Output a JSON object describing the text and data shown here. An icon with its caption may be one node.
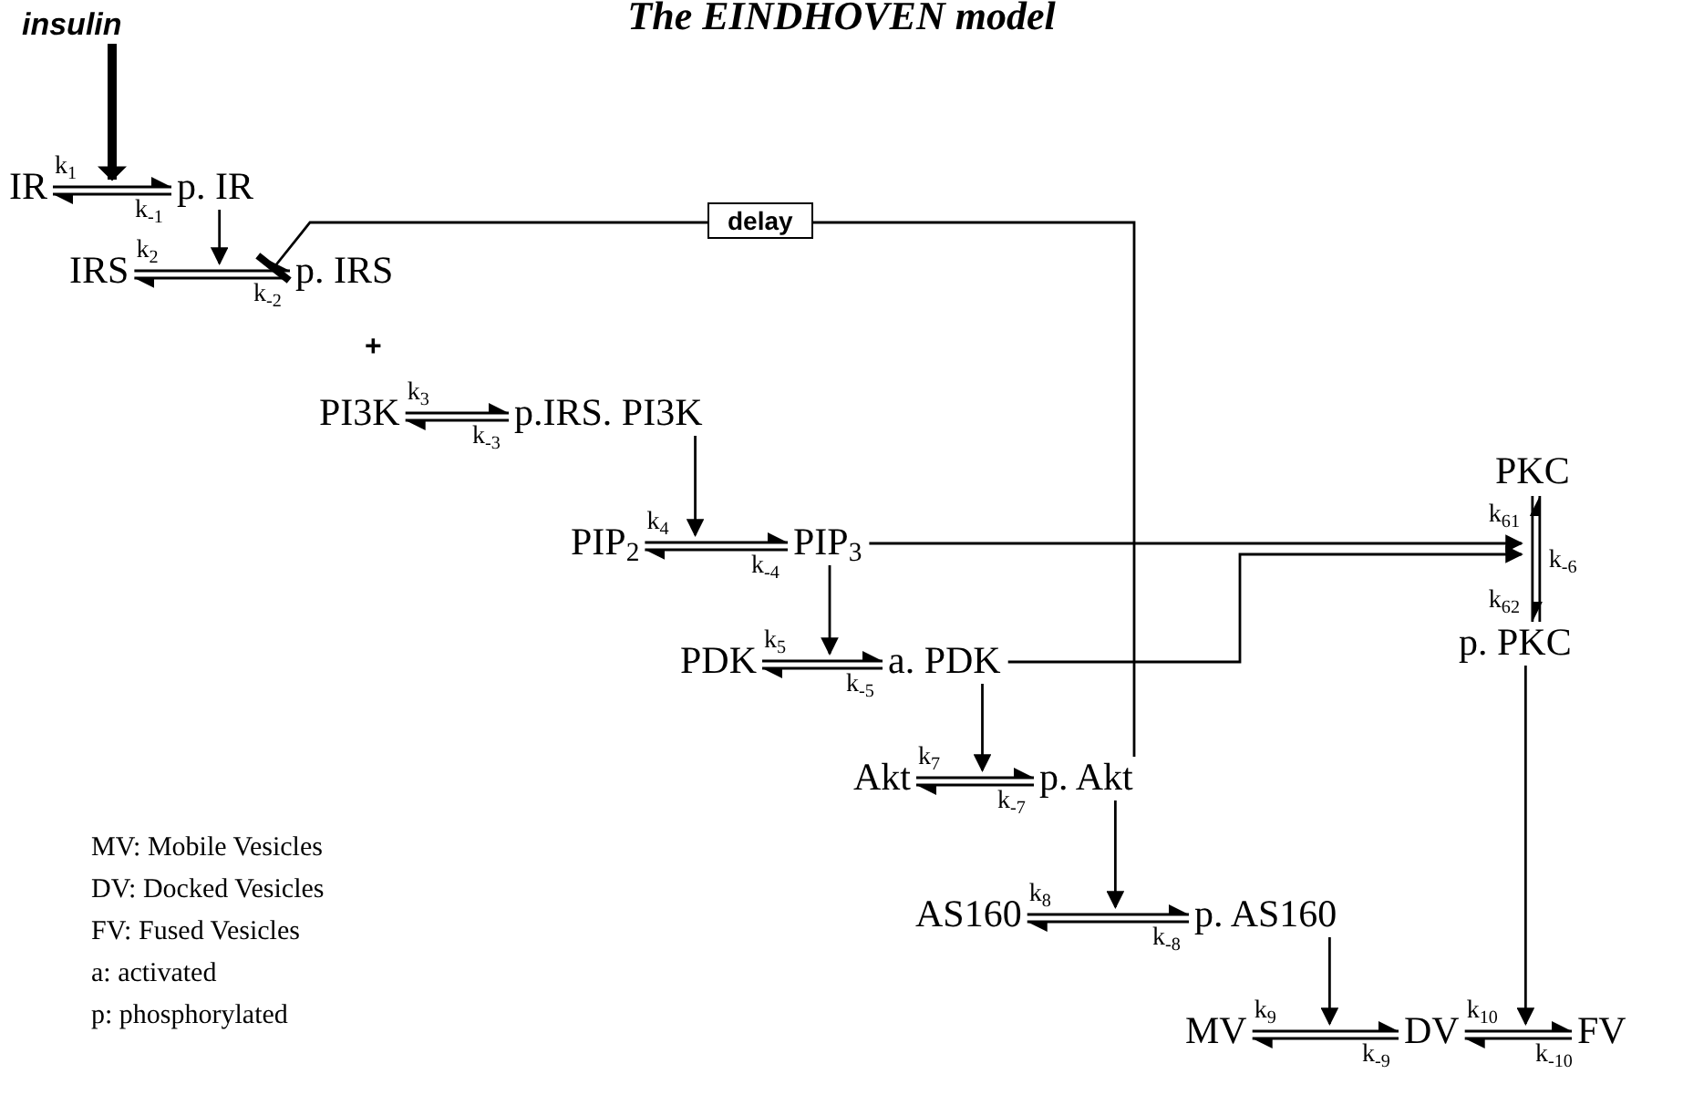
{
  "diagram": {
    "title": "The EINDHOVEN model",
    "nodes": [
      {
        "text": [
          "insulin"
        ]
      },
      {
        "text": [
          "IR"
        ]
      },
      {
        "text": [
          "p. IR"
        ]
      },
      {
        "text": [
          "delay"
        ]
      },
      {
        "text": [
          "IRS"
        ]
      },
      {
        "text": [
          "p. IRS"
        ]
      },
      {
        "text": [
          "PI3K"
        ]
      },
      {
        "text": [
          "p.IRS. PI3K"
        ]
      },
      {
        "text": [
          "PKC"
        ]
      },
      {
        "text": [
          "PIP$_{2}$"
        ]
      },
      {
        "text": [
          "PIP$_{3}$"
        ]
      },
      {
        "text": [
          "PDK"
        ]
      },
      {
        "text": [
          "a. PDK"
        ]
      },
      {
        "text": [
          "p. PKC"
        ]
      },
      {
        "text": [
          "Akt"
        ]
      },
      {
        "text": [
          "p. Akt"
        ]
      },
      {
        "text": [
          "AS160"
        ]
      },
      {
        "text": [
          "p. AS160"
        ]
      },
      {
        "text": [
          "MV"
        ]
      },
      {
        "text": [
          "DV"
        ]
      },
      {
        "text": [
          "FV"
        ]
      }
    ],
    "edges": [
      {
        "from": 0,
        "to": 1,
        "arrow": "to",
        "style": "thick"
      },
      {
        "from": 1,
        "to": 2,
        "arrow": "both"
      },
      {
        "from": 2,
        "to": null,
        "arrow": "to"
      },
      {
        "from": 4,
        "to": 5,
        "arrow": "both"
      },
      {
        "from": 15,
        "to": 3,
        "arrow": "none"
      },
      {
        "from": 3,
        "to": 5,
        "arrow": "other"
      },
      {
        "from": 6,
        "to": 7,
        "arrow": "both"
      },
      {
        "from": 7,
        "to": 9,
        "arrow": "to"
      },
      {
        "from": 9,
        "to": 10,
        "arrow": "both"
      },
      {
        "from": 10,
        "to": 12,
        "arrow": "to"
      },
      {
        "from": 11,
        "to": 12,
        "arrow": "both"
      },
      {
        "from": 10,
        "to": 8,
        "arrow": "to"
      },
      {
        "from": 12,
        "to": 8,
        "arrow": "to"
      },
      {
        "from": 8,
        "to": 13,
        "arrow": "both"
      },
      {
        "from": 12,
        "to": 15,
        "arrow": "to"
      },
      {
        "from": 14,
        "to": 15,
        "arrow": "both"
      },
      {
        "from": 15,
        "to": null,
        "arrow": "to"
      },
      {
        "from": 16,
        "to": 17,
        "arrow": "both"
      },
      {
        "from": 17,
        "to": null,
        "arrow": "to"
      },
      {
        "from": 18,
        "to": 19,
        "arrow": "both"
      },
      {
        "from": 19,
        "to": 20,
        "arrow": "both"
      },
      {
        "from": 13,
        "to": 20,
        "arrow": "to"
      }
    ],
    "labels": [
      "k$_{1}$",
      "k$_{-1}$",
      "k$_{2}$",
      "k$_{-2}$",
      "+",
      "k$_{3}$",
      "k$_{-3}$",
      "k$_{61}$",
      "k$_{-6}$",
      "k$_{4}$",
      "k$_{-4}$",
      "k$_{62}$",
      "k$_{5}$",
      "k$_{-5}$",
      "k$_{7}$",
      "k$_{-7}$",
      "MV: Mobile Vesicles",
      "k$_{8}$",
      "DV: Docked Vesicles",
      "FV: Fused Vesicles",
      "k$_{-8}$",
      "a: activated",
      "k$_{9}$",
      "k$_{10}$",
      "p: phosphorylated",
      "k$_{-9}$",
      "k$_{-10}$"
    ]
  }
}
